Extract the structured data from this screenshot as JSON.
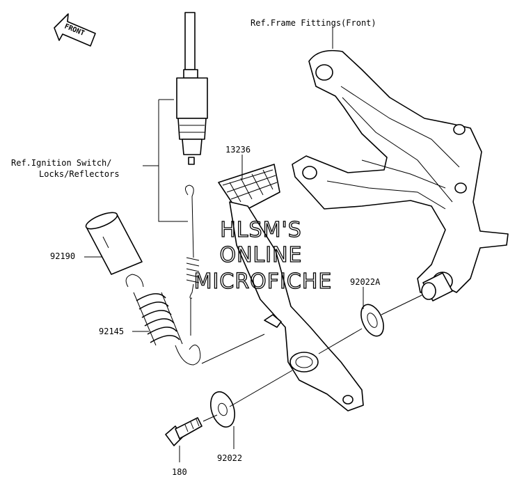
{
  "front_arrow": {
    "label": "FRONT"
  },
  "refs": {
    "frame": "Ref.Frame Fittings(Front)",
    "ignition_line1": "Ref.Ignition Switch/",
    "ignition_line2": "Locks/Reflectors"
  },
  "parts": [
    {
      "number": "13236"
    },
    {
      "number": "92190"
    },
    {
      "number": "92145"
    },
    {
      "number": "92022A"
    },
    {
      "number": "92022"
    },
    {
      "number": "180"
    }
  ],
  "watermark": {
    "line1": "HLSM'S",
    "line2": "ONLINE",
    "line3": "MICROFICHE"
  }
}
